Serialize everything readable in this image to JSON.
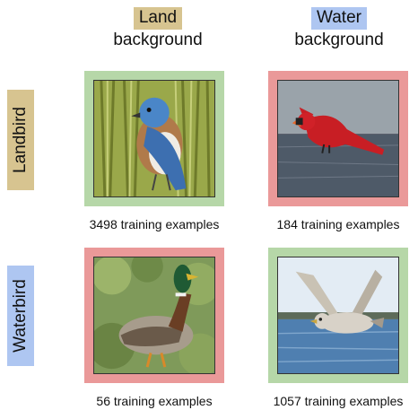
{
  "colors": {
    "land_tag": "#d7c490",
    "water_tag": "#aec6f1",
    "majority_frame": "#b6d7a8",
    "minority_frame": "#ea9999"
  },
  "columns": [
    {
      "tag": "Land",
      "label": "background"
    },
    {
      "tag": "Water",
      "label": "background"
    }
  ],
  "rows": [
    {
      "label": "Landbird"
    },
    {
      "label": "Waterbird"
    }
  ],
  "cells": {
    "landbird_land": {
      "caption": "3498 training examples",
      "subject": "blue songbird on reeds",
      "frame": "majority"
    },
    "landbird_water": {
      "caption": "184 training examples",
      "subject": "red cardinal over water",
      "frame": "minority"
    },
    "waterbird_land": {
      "caption": "56 training examples",
      "subject": "mallard duck on grass",
      "frame": "minority"
    },
    "waterbird_water": {
      "caption": "1057 training examples",
      "subject": "gull flying over water",
      "frame": "majority"
    }
  }
}
